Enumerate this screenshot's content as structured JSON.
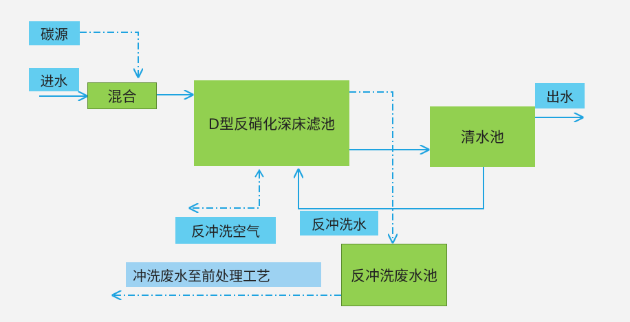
{
  "diagram": {
    "nodes": {
      "mix": "混合",
      "filter": "D型反硝化深床滤池",
      "clear_pool": "清水池",
      "waste_pool": "反冲洗废水池"
    },
    "labels": {
      "carbon_source": "碳源",
      "influent": "进水",
      "effluent": "出水",
      "backwash_air": "反冲洗空气",
      "backwash_water": "反冲洗水",
      "waste_return": "冲洗废水至前处理工艺"
    },
    "colors": {
      "background": "#f3f3f3",
      "process_box": "#92d050",
      "label_box": "#62cdf0",
      "label_box_light": "#9dd2f2",
      "flow_line": "#1ea3e0"
    }
  }
}
